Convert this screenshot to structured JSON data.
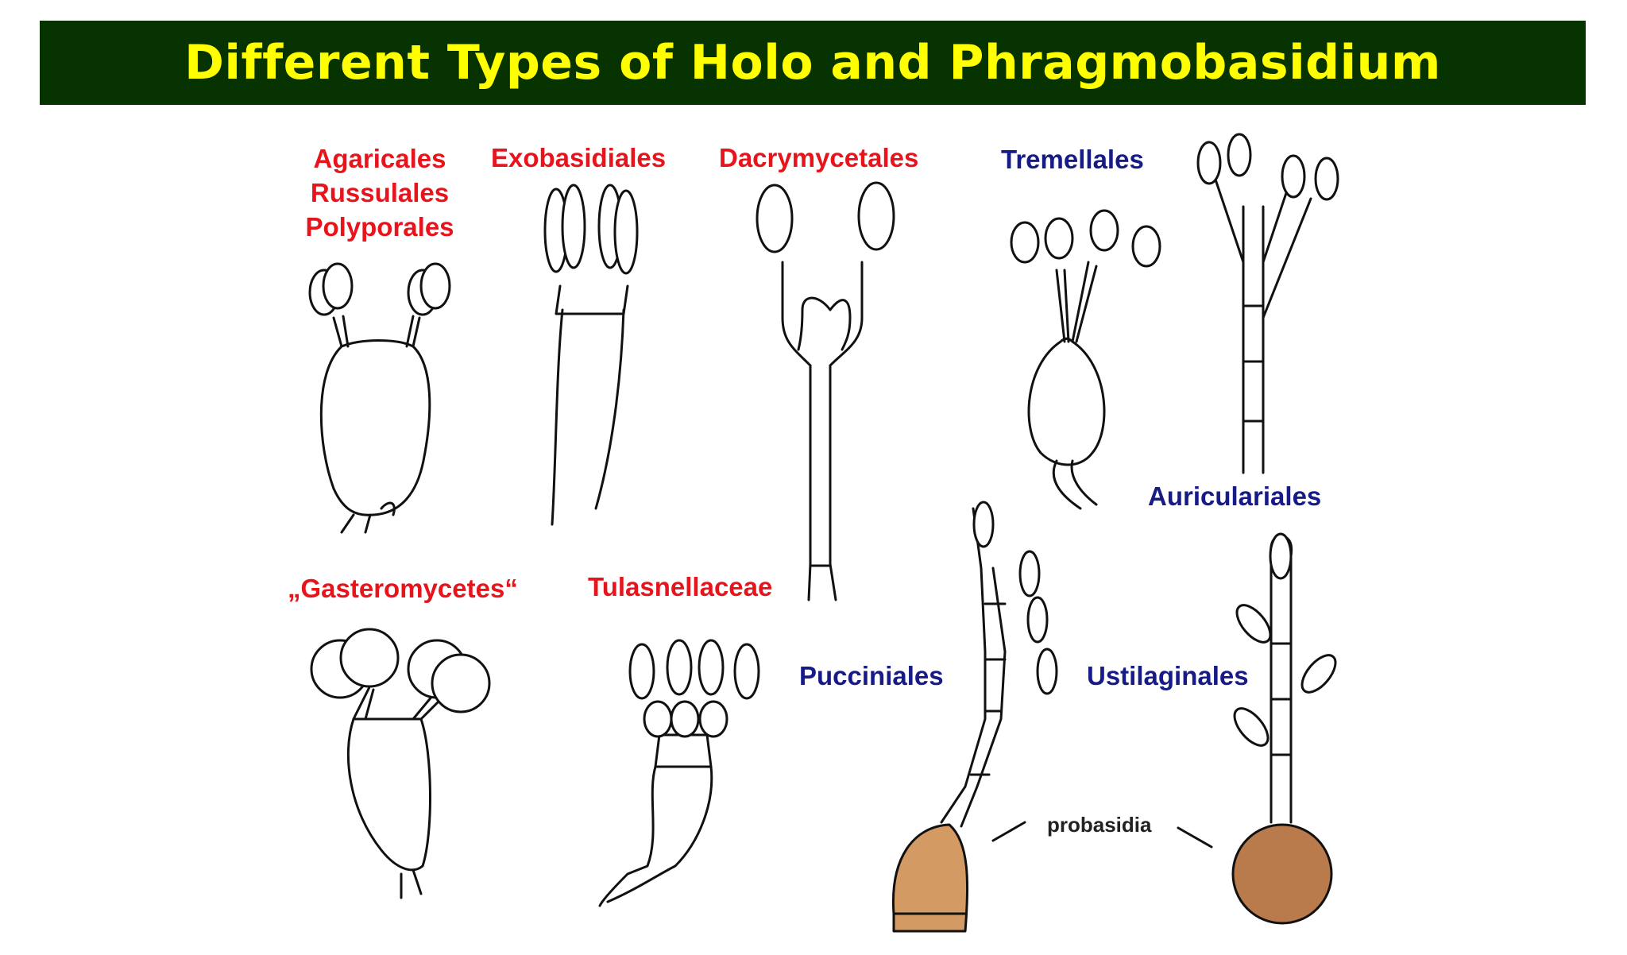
{
  "title": "Different Types of Holo and Phragmobasidium",
  "labels": {
    "agaricales_group": [
      "Agaricales",
      "Russulales",
      "Polyporales"
    ],
    "exobasidiales": "Exobasidiales",
    "dacrymycetales": "Dacrymycetales",
    "tremellales": "Tremellales",
    "auriculariales": "Auriculariales",
    "gasteromycetes": "„Gasteromycetes“",
    "tulasnellaceae": "Tulasnellaceae",
    "pucciniales": "Pucciniales",
    "ustilaginales": "Ustilaginales",
    "probasidia": "probasidia"
  },
  "colors": {
    "title_bg": "#063300",
    "title_text": "#ffff00",
    "holobasidium_label": "#e8141c",
    "phragmobasidium_label": "#171b87",
    "probasidium_fill": "#d39a64",
    "probasidium_fill_dark": "#b97a4c"
  }
}
